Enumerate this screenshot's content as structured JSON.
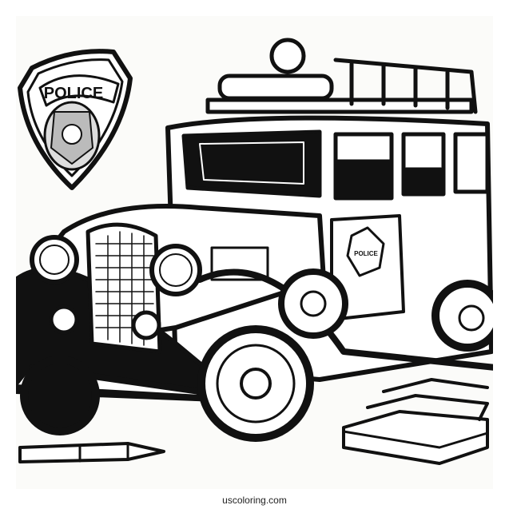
{
  "illustration": {
    "badge_text": "POLICE",
    "door_emblem_text": "POLICE",
    "colors": {
      "ink": "#111111",
      "paper": "#fbfbf9"
    }
  },
  "footer": {
    "site": "uscoloring.com"
  }
}
